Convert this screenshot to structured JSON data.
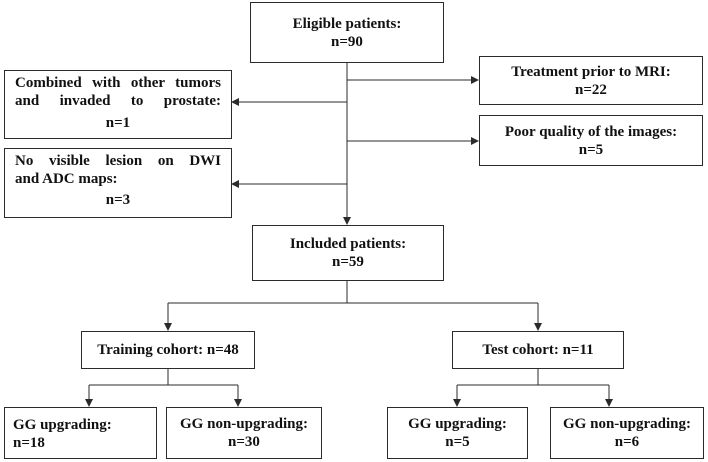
{
  "boxes": {
    "eligible": {
      "line1": "Eligible patients:",
      "line2": "n=90"
    },
    "treatment": {
      "line1": "Treatment prior to MRI:",
      "line2": "n=22"
    },
    "combined": {
      "line1": "Combined with other tumors",
      "line2": "and invaded to prostate:",
      "line3": "n=1"
    },
    "poor_quality": {
      "line1": "Poor quality of the images:",
      "line2": "n=5"
    },
    "no_lesion": {
      "line1": "No visible lesion on DWI",
      "line2": "and ADC maps:",
      "line3": "n=3"
    },
    "included": {
      "line1": "Included patients:",
      "line2": "n=59"
    },
    "training": {
      "line1": "Training cohort: n=48"
    },
    "test": {
      "line1": "Test cohort: n=11"
    },
    "gg_up_train": {
      "line1": "GG upgrading:",
      "line2": "n=18"
    },
    "gg_non_train": {
      "line1": "GG non-upgrading:",
      "line2": "n=30"
    },
    "gg_up_test": {
      "line1": "GG upgrading:",
      "line2": "n=5"
    },
    "gg_non_test": {
      "line1": "GG non-upgrading:",
      "line2": "n=6"
    }
  },
  "colors": {
    "line": "#2b2b2b",
    "text": "#111111",
    "background": "#ffffff"
  }
}
